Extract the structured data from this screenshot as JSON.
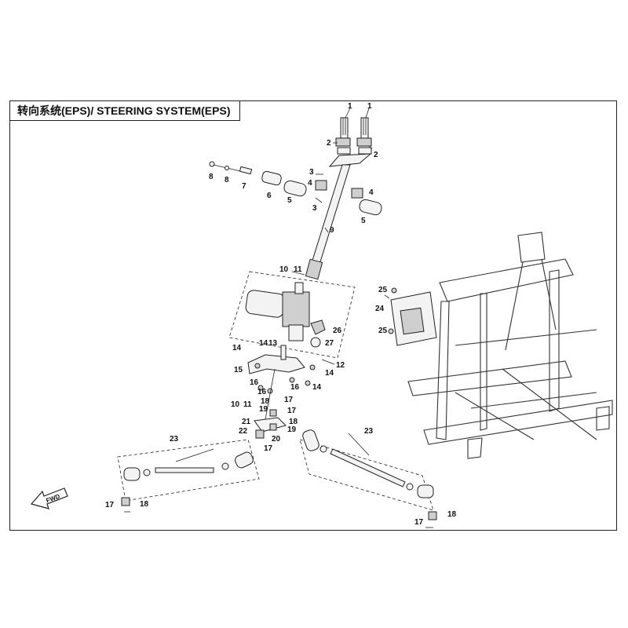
{
  "title": "转向系统(EPS)/ STEERING SYSTEM(EPS)",
  "fwd_label": "FWD",
  "callouts": [
    {
      "id": "c1a",
      "text": "1"
    },
    {
      "id": "c1b",
      "text": "1"
    },
    {
      "id": "c2a",
      "text": "2"
    },
    {
      "id": "c2b",
      "text": "2"
    },
    {
      "id": "c3a",
      "text": "3"
    },
    {
      "id": "c3b",
      "text": "3"
    },
    {
      "id": "c4a",
      "text": "4"
    },
    {
      "id": "c4b",
      "text": "4"
    },
    {
      "id": "c5a",
      "text": "5"
    },
    {
      "id": "c5b",
      "text": "5"
    },
    {
      "id": "c6",
      "text": "6"
    },
    {
      "id": "c7",
      "text": "7"
    },
    {
      "id": "c8a",
      "text": "8"
    },
    {
      "id": "c8b",
      "text": "8"
    },
    {
      "id": "c9",
      "text": "9"
    },
    {
      "id": "c10a",
      "text": "10"
    },
    {
      "id": "c10b",
      "text": "10"
    },
    {
      "id": "c11a",
      "text": "11"
    },
    {
      "id": "c11b",
      "text": "11"
    },
    {
      "id": "c12",
      "text": "12"
    },
    {
      "id": "c13",
      "text": "13"
    },
    {
      "id": "c14a",
      "text": "14"
    },
    {
      "id": "c14b",
      "text": "14"
    },
    {
      "id": "c14c",
      "text": "14"
    },
    {
      "id": "c14d",
      "text": "14"
    },
    {
      "id": "c15",
      "text": "15"
    },
    {
      "id": "c16a",
      "text": "16"
    },
    {
      "id": "c16b",
      "text": "16"
    },
    {
      "id": "c16c",
      "text": "16"
    },
    {
      "id": "c17a",
      "text": "17"
    },
    {
      "id": "c17b",
      "text": "17"
    },
    {
      "id": "c17c",
      "text": "17"
    },
    {
      "id": "c17d",
      "text": "17"
    },
    {
      "id": "c17e",
      "text": "17"
    },
    {
      "id": "c18a",
      "text": "18"
    },
    {
      "id": "c18b",
      "text": "18"
    },
    {
      "id": "c18c",
      "text": "18"
    },
    {
      "id": "c18d",
      "text": "18"
    },
    {
      "id": "c19a",
      "text": "19"
    },
    {
      "id": "c19b",
      "text": "19"
    },
    {
      "id": "c20",
      "text": "20"
    },
    {
      "id": "c21",
      "text": "21"
    },
    {
      "id": "c22",
      "text": "22"
    },
    {
      "id": "c23a",
      "text": "23"
    },
    {
      "id": "c23b",
      "text": "23"
    },
    {
      "id": "c24",
      "text": "24"
    },
    {
      "id": "c25a",
      "text": "25"
    },
    {
      "id": "c25b",
      "text": "25"
    },
    {
      "id": "c26",
      "text": "26"
    },
    {
      "id": "c27",
      "text": "27"
    }
  ]
}
